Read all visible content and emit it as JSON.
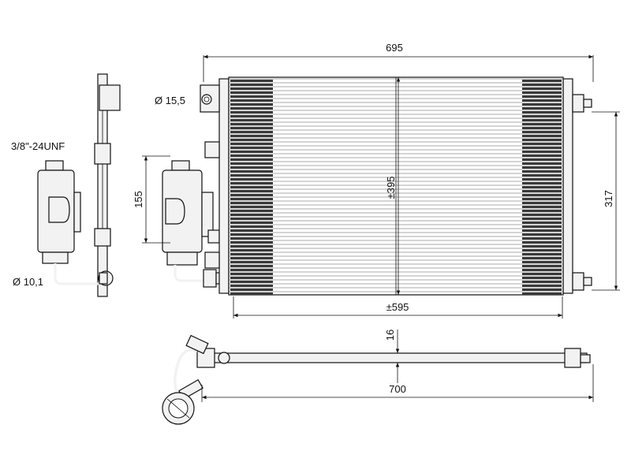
{
  "dimensions": {
    "overall_width": "695",
    "core_height": "±395",
    "core_width": "±595",
    "mount_height": "317",
    "drier_height": "155",
    "port_diameter": "Ø 15,5",
    "pipe_diameter": "Ø 10,1",
    "thread": "3/8\"-24UNF",
    "depth": "16",
    "bottom_length": "700"
  },
  "colors": {
    "line": "#111111",
    "fin": "#3a3a3a",
    "part_fill": "#f2f2f2"
  }
}
